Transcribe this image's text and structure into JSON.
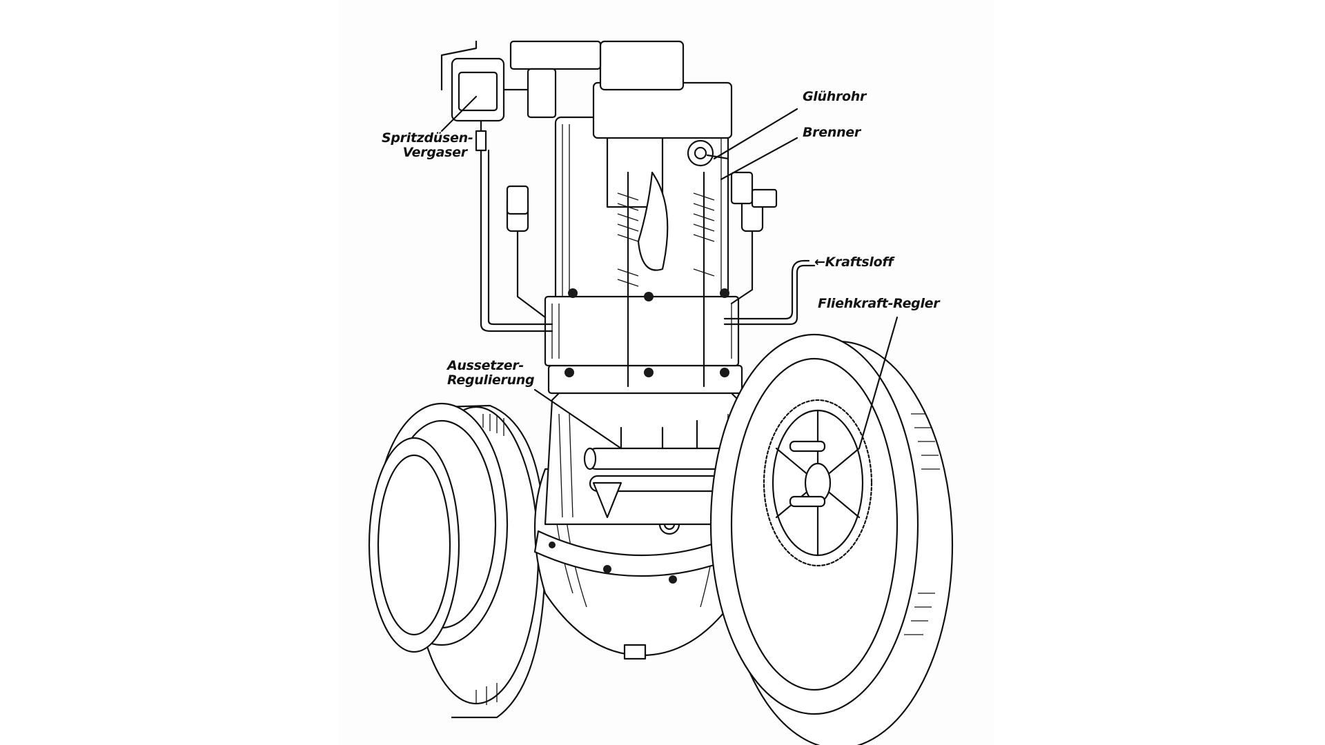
{
  "diagram": {
    "subject": "Hot-bulb (Glühkopf) engine cutaway line drawing",
    "labels": [
      {
        "id": "spritzduesen-vergaser",
        "lines": [
          "Spritzdüsen-",
          "Vergaser"
        ]
      },
      {
        "id": "gluehrohr",
        "lines": [
          "Glührohr"
        ]
      },
      {
        "id": "brenner",
        "lines": [
          "Brenner"
        ]
      },
      {
        "id": "kraftstoff",
        "lines": [
          "Kraftsloff"
        ],
        "arrow": "←"
      },
      {
        "id": "fliehkraft-regler",
        "lines": [
          "Fliehkraft-Regler"
        ]
      },
      {
        "id": "aussetzer-regulierung",
        "lines": [
          "Aussetzer-",
          "Regulierung"
        ]
      }
    ],
    "colors": {
      "ink": "#111111",
      "paper": "#fdfdfd",
      "background": "#ffffff"
    }
  }
}
